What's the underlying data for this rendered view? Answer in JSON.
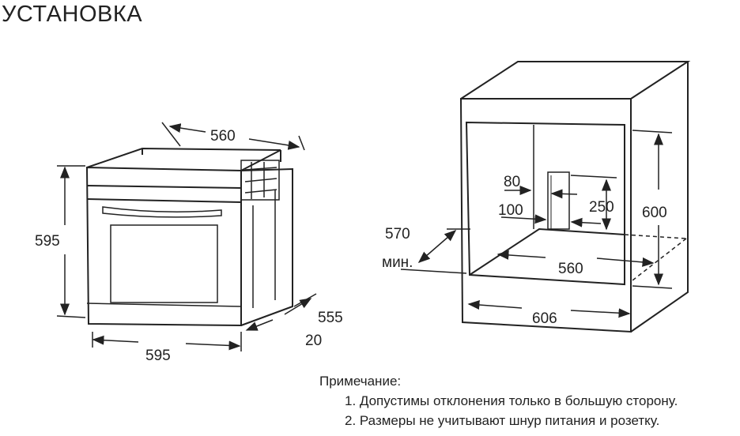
{
  "title": "УСТАНОВКА",
  "oven_dimensions": {
    "depth_top": "560",
    "height": "595",
    "width": "595",
    "depth_side": "555",
    "front_offset": "20"
  },
  "cabinet_dimensions": {
    "socket_offset_top": "80",
    "socket_offset_side": "100",
    "socket_height": "250",
    "niche_height": "600",
    "depth_min_value": "570",
    "depth_min_label": "мин.",
    "niche_width": "560",
    "cabinet_width": "606"
  },
  "notes": {
    "heading": "Примечание:",
    "items": [
      "1. Допустимы отклонения только в большую сторону.",
      "2. Размеры не учитывают шнур питания и розетку."
    ]
  }
}
